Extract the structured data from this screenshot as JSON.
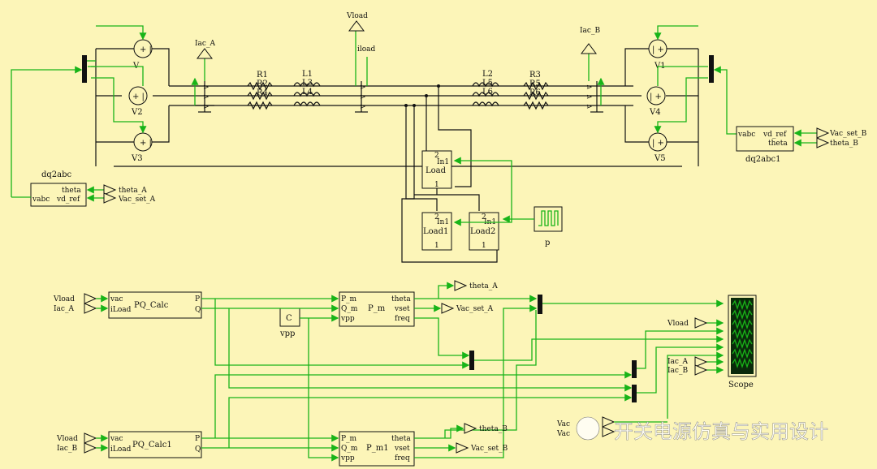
{
  "sources": {
    "left": [
      "V",
      "V2",
      "V3"
    ],
    "right": [
      "V1",
      "V4",
      "V5"
    ]
  },
  "probes": {
    "iac_a": "Iac_A",
    "iac_b": "Iac_B",
    "vload": "Vload",
    "iload": "iload"
  },
  "line": {
    "left_r": [
      "R1",
      "R2",
      "R4"
    ],
    "left_l": [
      "L1",
      "L3",
      "L4"
    ],
    "right_l": [
      "L2",
      "L5",
      "L6"
    ],
    "right_r": [
      "R3",
      "R5",
      "R6"
    ]
  },
  "dq_left": {
    "name": "dq2abc",
    "port_theta": "theta",
    "port_vabc": "vabc",
    "port_vdref": "vd_ref",
    "in_theta": "theta_A",
    "in_vset": "Vac_set_A"
  },
  "dq_right": {
    "name": "dq2abc1",
    "port_vabc": "vabc",
    "port_vdref": "vd_ref",
    "port_theta": "theta",
    "in_vset": "Vac_set_B",
    "in_theta": "theta_B"
  },
  "loads": {
    "load": "Load",
    "load1": "Load1",
    "load2": "Load2",
    "port_in": "In1",
    "port_2": "2",
    "port_1": "1",
    "pulse": "p"
  },
  "pq_a": {
    "name": "PQ_Calc",
    "in_vac": "vac",
    "in_iload": "iLoad",
    "out_p": "P",
    "out_q": "Q",
    "src_vload": "Vload",
    "src_iac": "Iac_A"
  },
  "pq_b": {
    "name": "PQ_Calc1",
    "in_vac": "vac",
    "in_iload": "iLoad",
    "out_p": "P",
    "out_q": "Q",
    "src_vload": "Vload",
    "src_iac": "Iac_B"
  },
  "pm_a": {
    "name": "P_m",
    "in_p": "P_m",
    "in_q": "Q_m",
    "in_vpp": "vpp",
    "out_theta": "theta",
    "out_vset": "vset",
    "out_freq": "freq",
    "tag_theta": "theta_A",
    "tag_vset": "Vac_set_A"
  },
  "pm_b": {
    "name": "P_m1",
    "in_p": "P_m",
    "in_q": "Q_m",
    "in_vpp": "vpp",
    "out_theta": "theta",
    "out_vset": "vset",
    "out_freq": "freq",
    "tag_theta": "theta_B",
    "tag_vset": "Vac_set_B"
  },
  "const_block": {
    "symbol": "C",
    "name": "vpp"
  },
  "scope": {
    "name": "Scope",
    "in_vload": "Vload",
    "in_iac_a": "Iac_A",
    "in_iac_b": "Iac_B",
    "partial_label": "Vac"
  },
  "watermark": "开关电源仿真与实用设计",
  "colors": {
    "background": "#fcf5b8",
    "signal": "#18b418",
    "wire": "#111111"
  }
}
